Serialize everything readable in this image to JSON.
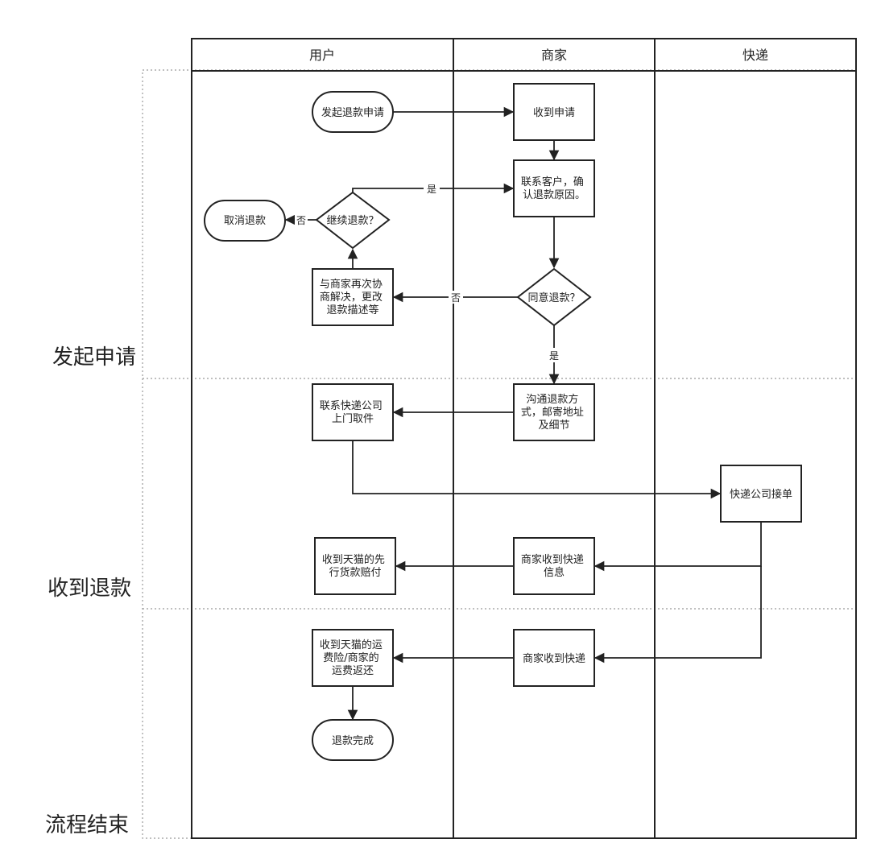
{
  "columns": [
    "用户",
    "商家",
    "快递"
  ],
  "phases": [
    "发起申请",
    "收到退款",
    "流程结束"
  ],
  "nodes": {
    "start_refund": "发起退款申请",
    "receive_request": "收到申请",
    "contact_customer": [
      "联系客户，确",
      "认退款原因。"
    ],
    "continue_refund": "继续退款？",
    "cancel_refund": "取消退款",
    "renegotiate": [
      "与商家再次协",
      "商解决，更改",
      "退款描述等"
    ],
    "agree_refund": "同意退款？",
    "contact_courier": [
      "联系快递公司",
      "上门取件"
    ],
    "discuss_method": [
      "沟通退款方",
      "式，邮寄地址",
      "及细节"
    ],
    "courier_accept": "快递公司接单",
    "receive_tmall_advance": [
      "收到天猫的先",
      "行货款赔付"
    ],
    "merchant_receive_info": [
      "商家收到快递",
      "信息"
    ],
    "receive_shipping_refund": [
      "收到天猫的运",
      "费险/商家的",
      "运费返还"
    ],
    "merchant_receive_package": "商家收到快递",
    "refund_complete": "退款完成"
  },
  "edge_labels": {
    "yes_continue": "是",
    "no_cancel": "否",
    "no_agree": "否",
    "yes_agree": "是"
  }
}
